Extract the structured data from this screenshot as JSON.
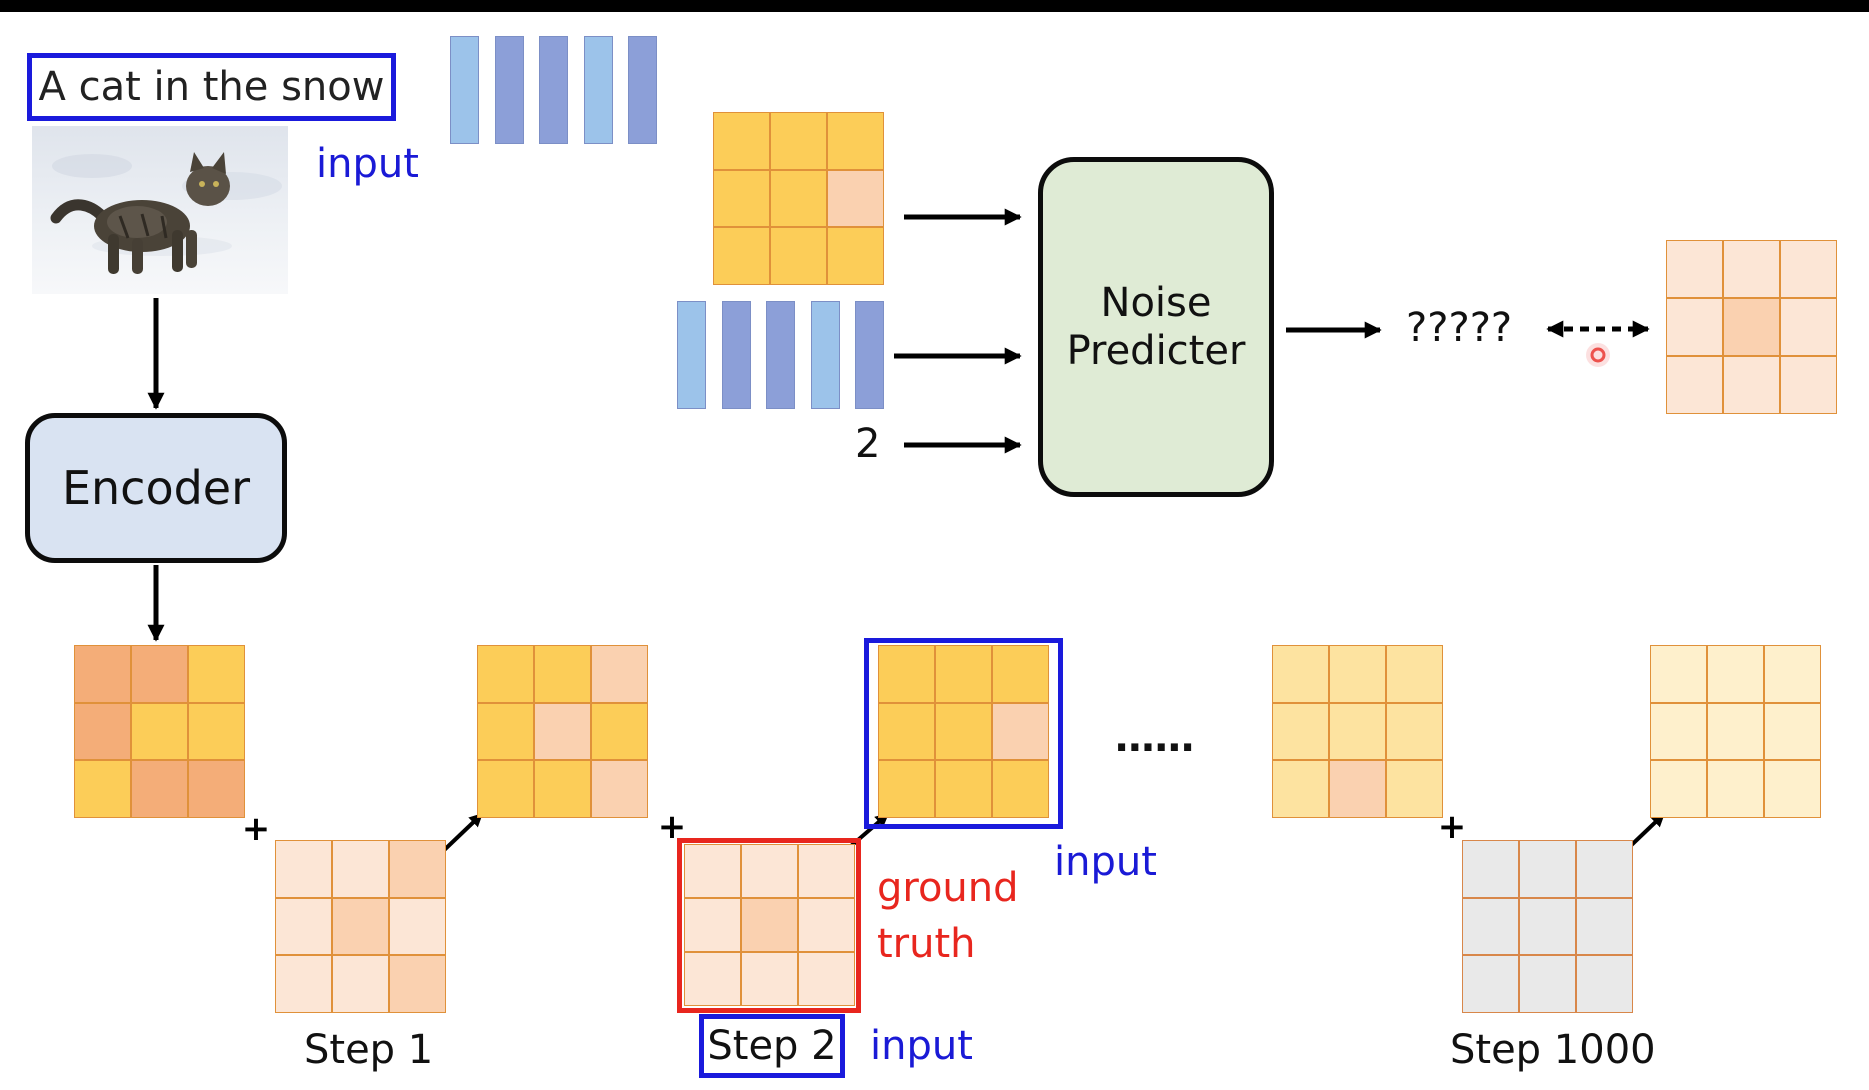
{
  "colors": {
    "blue_frame": "#1a1adc",
    "red_frame": "#e8261e",
    "label_blue": "#1a1ad6",
    "label_red": "#e8261e",
    "encoder_fill": "#d9e3f2",
    "noise_predictor_fill": "#dfebd5",
    "bar_dark": "#8c9fd8",
    "bar_light": "#9cc3ea",
    "cell_yellow": "#fccd58",
    "cell_orange": "#f4ad78",
    "cell_peach": "#fad1b0",
    "cell_pale": "#fce6d6",
    "cell_light_yellow": "#fde3a0",
    "cell_cream": "#fef0cc",
    "cell_gray": "#e9e9e9"
  },
  "prompt": {
    "text": "A cat in the snow"
  },
  "labels": {
    "input_top": "input",
    "input_mid": "input",
    "input_bottom": "input",
    "ground_truth_line1": "ground",
    "ground_truth_line2": "truth",
    "step1": "Step 1",
    "step2": "Step 2",
    "step1000": "Step 1000",
    "step_number": "2",
    "unknown_output": "?????",
    "ellipsis": "......"
  },
  "encoder": {
    "label": "Encoder"
  },
  "noise_predictor": {
    "line1": "Noise",
    "line2": "Predicter"
  },
  "text_embedding": {
    "bar_shades": [
      "light",
      "dark",
      "dark",
      "light",
      "dark"
    ]
  },
  "grids": {
    "latent": [
      "orange",
      "orange",
      "yellow",
      "orange",
      "yellow",
      "yellow",
      "yellow",
      "orange",
      "orange"
    ],
    "noise_step1": [
      "pale",
      "pale",
      "peach",
      "pale",
      "peach",
      "pale",
      "pale",
      "pale",
      "peach"
    ],
    "noisy_step1": [
      "yellow",
      "yellow",
      "peach",
      "yellow",
      "peach",
      "yellow",
      "yellow",
      "yellow",
      "peach"
    ],
    "noise_step2": [
      "pale",
      "pale",
      "pale",
      "pale",
      "peach",
      "pale",
      "pale",
      "pale",
      "pale"
    ],
    "noisy_step2": [
      "yellow",
      "yellow",
      "yellow",
      "yellow",
      "yellow",
      "peach",
      "yellow",
      "yellow",
      "yellow"
    ],
    "predictor_input": [
      "yellow",
      "yellow",
      "yellow",
      "yellow",
      "yellow",
      "peach",
      "yellow",
      "yellow",
      "yellow"
    ],
    "target_noise": [
      "pale",
      "pale",
      "pale",
      "pale",
      "peach",
      "pale",
      "pale",
      "pale",
      "pale"
    ],
    "late_step": [
      "light_yellow",
      "light_yellow",
      "light_yellow",
      "light_yellow",
      "light_yellow",
      "light_yellow",
      "light_yellow",
      "peach",
      "light_yellow"
    ],
    "noise_step1000": [
      "gray",
      "gray",
      "gray",
      "gray",
      "gray",
      "gray",
      "gray",
      "gray",
      "gray"
    ],
    "final_step": [
      "cream",
      "cream",
      "cream",
      "cream",
      "cream",
      "cream",
      "cream",
      "cream",
      "cream"
    ]
  }
}
